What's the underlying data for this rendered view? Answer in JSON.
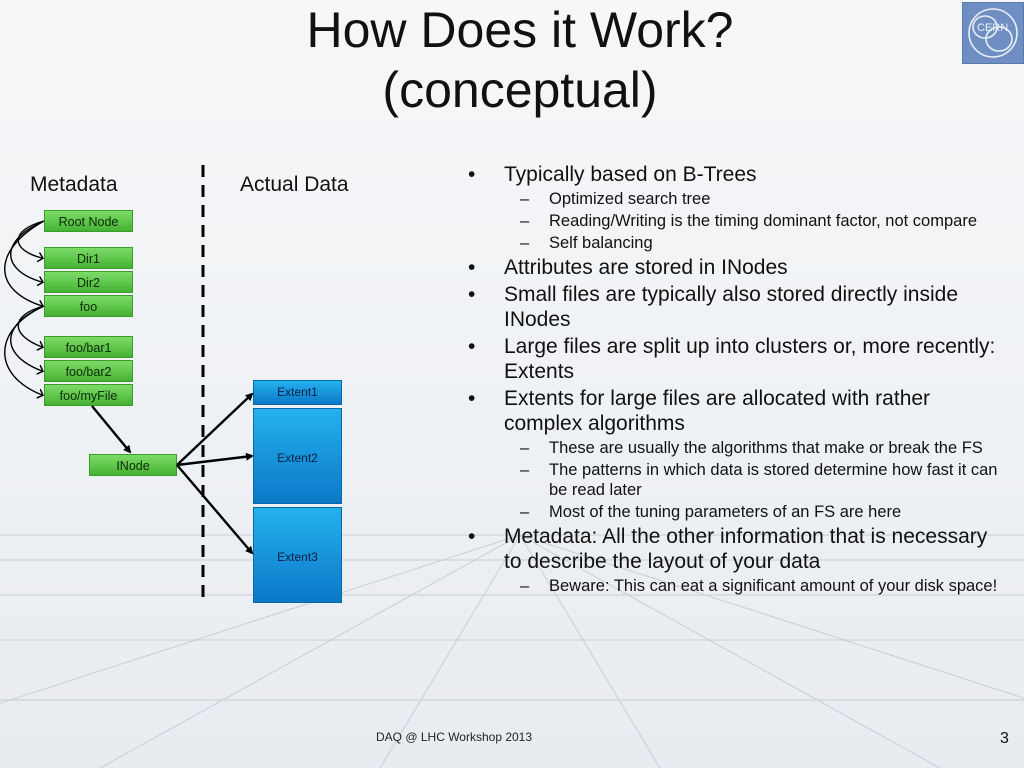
{
  "title_line1": "How Does it Work?",
  "title_line2": "(conceptual)",
  "logo_text": "CERN",
  "diagram": {
    "metadata_heading": "Metadata",
    "actual_data_heading": "Actual Data",
    "nodes": {
      "root": "Root Node",
      "dir1": "Dir1",
      "dir2": "Dir2",
      "foo": "foo",
      "foo_bar1": "foo/bar1",
      "foo_bar2": "foo/bar2",
      "foo_myfile": "foo/myFile",
      "inode": "INode"
    },
    "extents": [
      "Extent1",
      "Extent2",
      "Extent3"
    ]
  },
  "bullets": [
    {
      "text": "Typically based on B-Trees",
      "sub": [
        "Optimized search tree",
        "Reading/Writing is the timing dominant factor, not compare",
        "Self balancing"
      ]
    },
    {
      "text": "Attributes are stored in INodes",
      "sub": []
    },
    {
      "text": "Small files are typically also stored directly inside INodes",
      "sub": []
    },
    {
      "text": "Large files are split up into clusters or, more recently: Extents",
      "sub": []
    },
    {
      "text": "Extents for large files are allocated with rather complex algorithms",
      "sub": [
        "These are usually the algorithms that make or break the FS",
        "The patterns in which data is stored determine how fast it can be read later",
        "Most of the tuning parameters of an FS are here"
      ]
    },
    {
      "text": "Metadata: All the other information that is necessary to describe the layout of your data",
      "sub": [
        "Beware: This can eat a significant amount of your disk space!"
      ]
    }
  ],
  "footer": "DAQ @ LHC Workshop 2013",
  "page_number": "3",
  "colors": {
    "node_green": "#4cb83a",
    "extent_blue": "#1596dc",
    "text": "#111111"
  }
}
